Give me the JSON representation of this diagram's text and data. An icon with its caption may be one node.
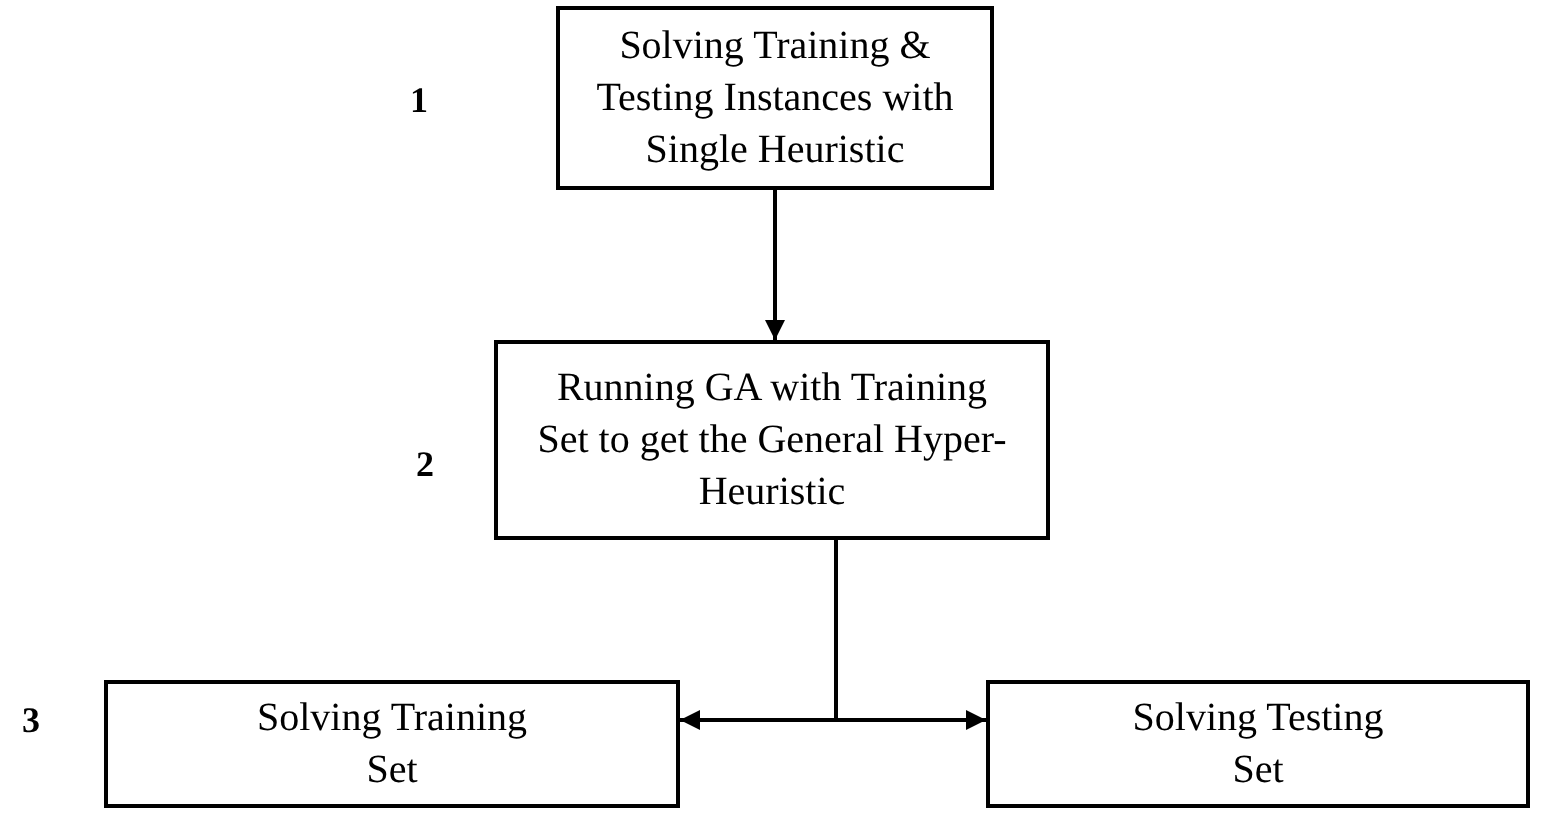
{
  "diagram": {
    "nodes": [
      {
        "text": [
          "Solving Training & Testing Instances with Single Heuristic"
        ]
      },
      {
        "text": [
          "Running GA with Training Set to get the General Hyper-Heuristic"
        ]
      },
      {
        "text": [
          "Solving Training Set"
        ]
      },
      {
        "text": [
          "Solving Testing Set"
        ]
      }
    ],
    "edges": [
      {
        "from": 0,
        "to": 1,
        "arrow": "to"
      },
      {
        "from": 1,
        "to": 2,
        "arrow": "to"
      },
      {
        "from": 1,
        "to": 3,
        "arrow": "to"
      }
    ],
    "labels": [
      "1",
      "2",
      "3"
    ]
  }
}
